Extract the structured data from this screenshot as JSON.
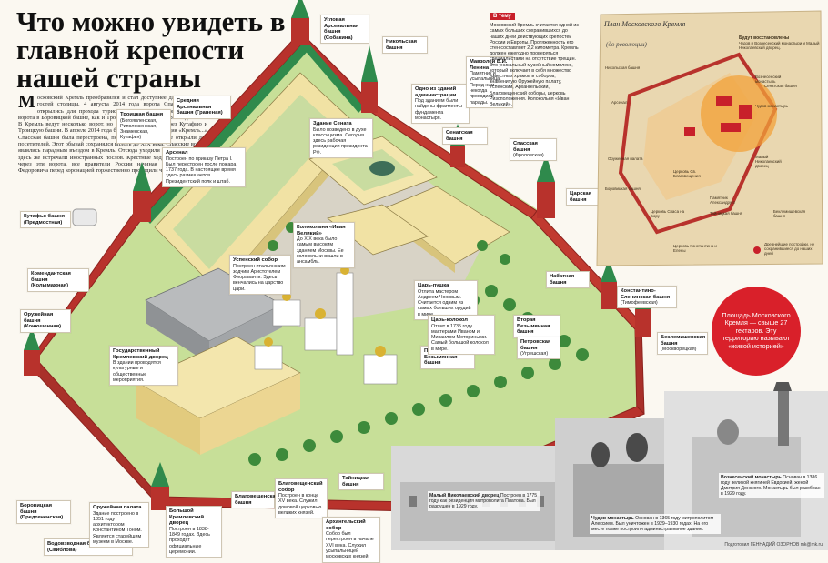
{
  "title": "Что можно увидеть в главной крепости нашей страны",
  "intro": {
    "dropcap": "М",
    "text": "осковский Кремль преобразился и стал доступнее для туристов и гостей столицы. 4 августа 2014 года ворота Спасской башни открылись для прохода туристов на Красную площадь. Сейчас ворота в Боровицкой башне, как и Троицкие и Кутафьи, открыты для всех. В Кремль ведут несколько ворот, но основной вход — через Кутафью и Троицкую башни. В апреле 2014 года была открыта экспозиция «Кремль...» Спасская башня была перестроена, после реконструкции ее открыли для посетителей. Этот обычай сохранялся вплоть до XIX века. Спасские ворота являлись парадным въездом в Кремль. Отсюда уходили на битву полки, и здесь же встречали иностранных послов. Крестные ходы из Кремля шли через эти ворота, все правители России начиная с царя Михаила Федоровича перед коронацией торжественно проходили через них."
  },
  "labels": {
    "kutafya": "Кутафья башня (Предмостная)",
    "komendantskaya": "Комендантская башня (Колымажная)",
    "oruzheynaya": "Оружейная башня (Конюшенная)",
    "borovitskaya": "Боровицкая башня (Предтеченская)",
    "vodovzvodnaya": "Водовзводная башня (Свиблова)",
    "troitskaya_title": "Троицкая башня",
    "troitskaya_alt": "(Богоявленская, Риположенская, Знаменская, Кутафья)",
    "sredn_arsenal": "Средняя Арсенальная башня (Граненая)",
    "uglovaya_arsenal": "Угловая Арсенальная башня (Собакина)",
    "nikolskaya": "Никольская башня",
    "arsenal_title": "Арсенал",
    "arsenal_text": "Построен по приказу Петра I. Был перестроен после пожара 1737 года. В настоящее время здесь размещается Президентский полк и штаб.",
    "senat_title": "Здание Сената",
    "senat_text": "Было возведено в духе классицизма. Сегодня здесь рабочая резиденция президента РФ.",
    "odno_title": "Одно из зданий администрации",
    "odno_text": "Под зданием были найдены фрагменты фундамента монастыря.",
    "mavzoley_title": "Мавзолей В.И. Ленина",
    "mavzoley_text": "Памятник и усыпальница. Перед ним некогда проходили парады.",
    "senatskaya": "Сенатская башня",
    "spasskaya_title": "Спасская башня",
    "spasskaya_alt": "(Фроловская)",
    "tsarskaya": "Царская башня",
    "nabatnaya": "Набатная башня",
    "konstantin_title": "Константино-Еленинская башня",
    "konstantin_alt": "(Тимофеевская)",
    "beklemish_title": "Беклемишевская башня",
    "beklemish_alt": "(Москворецкая)",
    "vtoraya_bezym": "Вторая Безымянная башня",
    "petrovskaya_title": "Петровская башня",
    "petrovskaya_alt": "(Угрешская)",
    "pervaya_bezym": "Первая Безымянная башня",
    "taynitskaya": "Тайницкая башня",
    "kolokolnya_title": "Колокольня «Иван Великий»",
    "kolokolnya_text": "До XIX века было самым высоким зданием Москвы. Ее колокольни вошли в ансамбль.",
    "tsar_pushka_title": "Царь-пушка",
    "tsar_pushka_text": "Отлита мастером Андреем Чоховым. Считается одним из самых больших орудий в мире.",
    "tsar_kolokol_title": "Царь-колокол",
    "tsar_kolokol_text": "Отлит в 1735 году мастерами Иваном и Михаилом Моториными. Самый большой колокол в мире.",
    "uspensky_title": "Успенский собор",
    "uspensky_text": "Построен итальянским зодчим Аристотелем Фиораванти. Здесь венчались на царство цари.",
    "gkd_title": "Государственный Кремлевский дворец",
    "gkd_text": "В здании проводятся культурные и общественные мероприятия.",
    "bkd_title": "Большой Кремлевский дворец",
    "bkd_text": "Построен в 1838-1849 годах. Здесь проходят официальные церемонии.",
    "oruzh_palata_title": "Оружейная палата",
    "oruzh_palata_text": "Здание построено в 1851 году архитектором Константином Тоном. Является старейшим музеем в Москве.",
    "blagoveshch_title": "Благовещенская башня",
    "blagoveshch_sobor_title": "Благовещенский собор",
    "blagoveshch_sobor_text": "Построен в конце XV века. Служил домовой церковью великих князей.",
    "arkhangel_title": "Архангельский собор",
    "arkhangel_text": "Собор был перестроен в начале XVI века. Служил усыпальницей московских князей."
  },
  "column": {
    "tag": "В тему",
    "text": "Московский Кремль считается одной из самых больших сохранившихся до наших дней действующих крепостей России и Европы. Протяженность его стен составляет 2,2 километра. Кремль должен ежегодно проверяться специалистами на отсутствие трещин. Это уникальный музейный комплекс, который включает в себя множество известных храмов и соборов, знаменитую Оружейную палату, Успенский, Архангельский, Благовещенский соборы, церковь Ризоположения. Колокольня «Иван Великий»."
  },
  "map": {
    "title": "План Московского Кремля",
    "subtitle": "(до революции)",
    "legend_title": "Будут восстановлены",
    "legend_text": "Чудов и Вознесенский монастыри и Малый Николаевский дворец.",
    "labels": [
      "Вознесенский монастырь",
      "Чудов монастырь",
      "Малый Николаевский дворец",
      "Церковь Св. Благовещения",
      "Церковь Спаса на Бору",
      "Сенатская башня",
      "Никольская башня",
      "Памятник Александру II",
      "Боровицкая башня",
      "Тайницкая башня",
      "Беклемишевская башня",
      "Церковь Константина и Елены",
      "Оружейная палата",
      "Арсенал"
    ],
    "legend_foot": "Древнейшие постройки, не сохранившиеся до наших дней"
  },
  "circle": {
    "text": "Площадь Московского Кремля — свыше 27 гектаров. Эту территорию называют «живой историей»"
  },
  "photos": [
    {
      "title": "Малый Николаевский дворец",
      "text": "Построен в 1775 году как резиденция митрополита Платона. Был разрушен в 1929 году."
    },
    {
      "title": "Чудов монастырь",
      "text": "Основан в 1365 году митрополитом Алексием. Был уничтожен в 1929–1930 годах. На его месте позже построили административное здание."
    },
    {
      "title": "Вознесенский монастырь",
      "text": "Основан в 1386 году великой княгиней Евдокией, женой Дмитрия Донского. Монастырь был разобран в 1929 году."
    }
  ],
  "credit": "Подготовил ГЕННАДИЙ ОЗОРНОВ mk@mk.ru",
  "colors": {
    "red": "#c8202a",
    "wall": "#b8322c",
    "roof": "#2f8a4c",
    "grass": "#a8cf6e",
    "paper": "#e9d7b0"
  }
}
